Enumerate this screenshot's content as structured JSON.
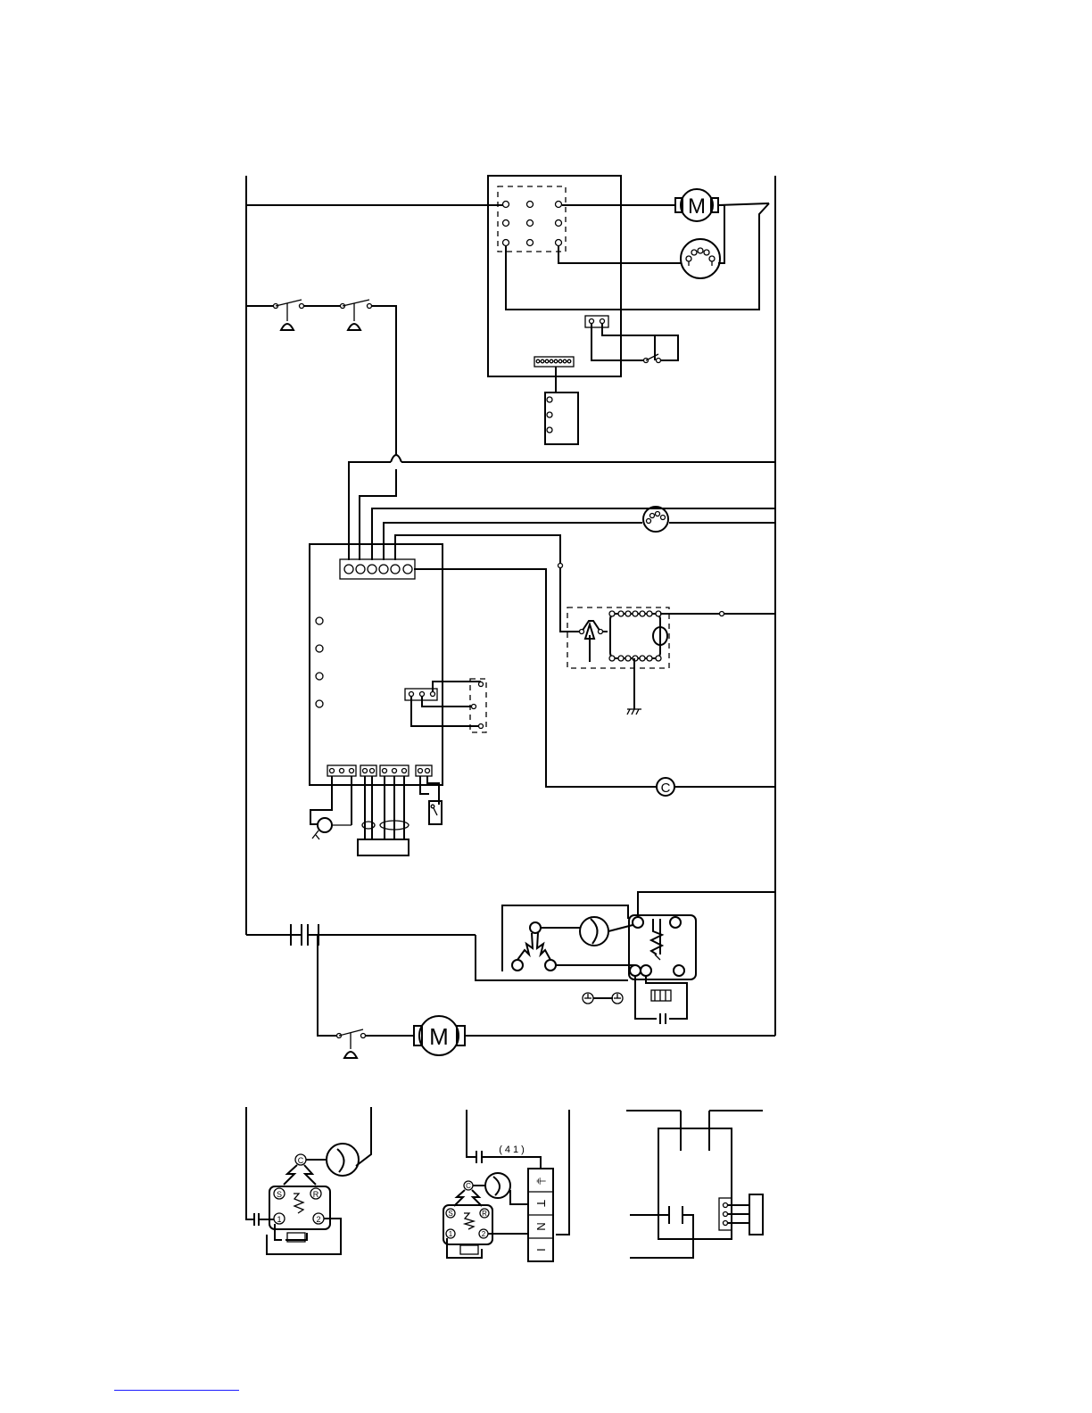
{
  "diagram": {
    "motor_label": "M",
    "compressor_label": "C",
    "alt_wiring_label": "(41)",
    "terminal_strip_labels": [
      "⏚",
      "T",
      "N",
      "I"
    ],
    "compressor_terminal_labels": {
      "common": "C",
      "start": "S",
      "run": "R",
      "terminal_1": "1",
      "terminal_2": "2"
    }
  },
  "colors": {
    "line": "#000000",
    "background": "#ffffff",
    "footer_rule": "#1a1aff"
  }
}
